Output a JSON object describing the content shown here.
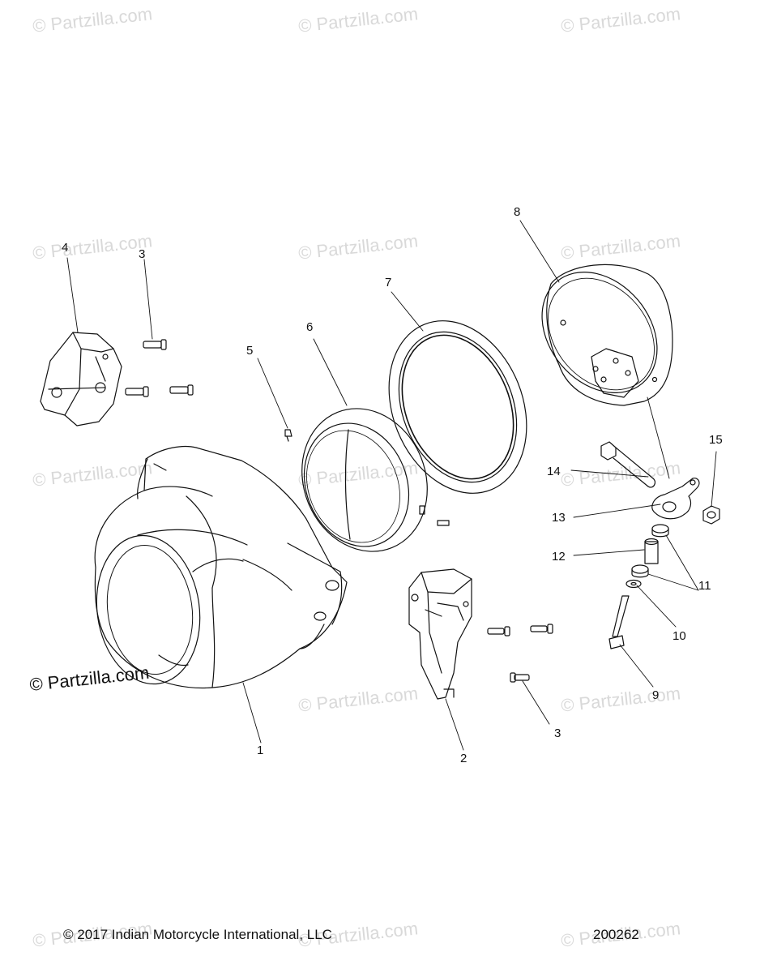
{
  "watermark": "© Partzilla.com",
  "callouts": {
    "c1": "1",
    "c2": "2",
    "c3a": "3",
    "c3b": "3",
    "c4": "4",
    "c5": "5",
    "c6": "6",
    "c7": "7",
    "c8": "8",
    "c9": "9",
    "c10": "10",
    "c11": "11",
    "c12": "12",
    "c13": "13",
    "c14": "14",
    "c15": "15"
  },
  "footer": {
    "copyright": "© 2017 Indian Motorcycle International, LLC",
    "diagram_number": "200262"
  }
}
